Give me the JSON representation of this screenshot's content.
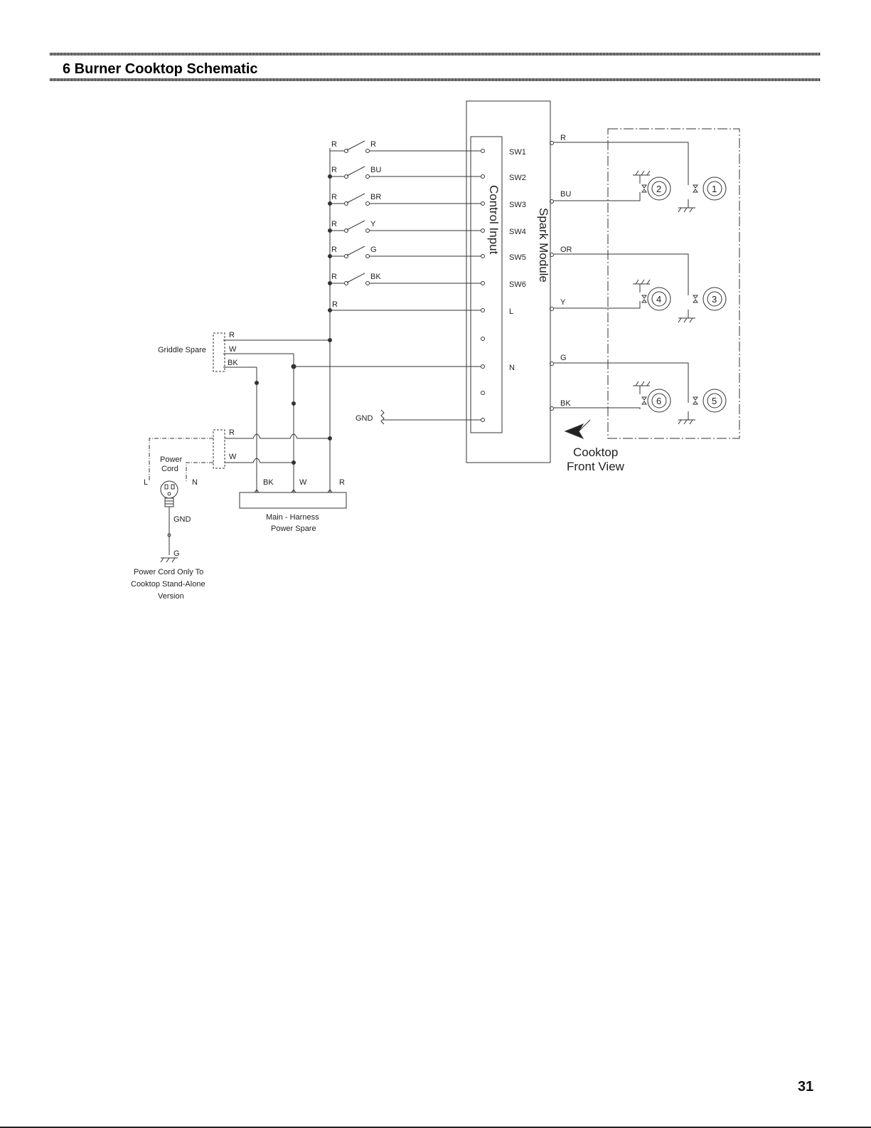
{
  "header": {
    "title": "6 Burner Cooktop Schematic"
  },
  "page_number": "31",
  "diagram": {
    "spark_module_label": "Spark Module",
    "control_input_label": "Control Input",
    "switch_rows": [
      {
        "left": "R",
        "right": "R",
        "pin": "SW1"
      },
      {
        "left": "R",
        "right": "BU",
        "pin": "SW2"
      },
      {
        "left": "R",
        "right": "BR",
        "pin": "SW3"
      },
      {
        "left": "R",
        "right": "Y",
        "pin": "SW4"
      },
      {
        "left": "R",
        "right": "G",
        "pin": "SW5"
      },
      {
        "left": "R",
        "right": "BK",
        "pin": "SW6"
      }
    ],
    "line_label": "R",
    "pin_l": "L",
    "pin_n": "N",
    "gnd_label": "GND",
    "griddle": {
      "label": "Griddle Spare",
      "wires": [
        "R",
        "W",
        "BK"
      ]
    },
    "power_plug": {
      "wires": [
        "R",
        "W"
      ]
    },
    "power_cord": {
      "label_line1": "Power",
      "label_line2": "Cord",
      "l": "L",
      "n": "N",
      "gnd": "GND",
      "g": "G"
    },
    "power_cord_note": [
      "Power Cord Only To",
      "Cooktop Stand-Alone",
      "Version"
    ],
    "harness": {
      "wires": [
        "BK",
        "W",
        "R"
      ],
      "label_line1": "Main - Harness",
      "label_line2": "Power Spare"
    },
    "outputs": [
      "R",
      "BU",
      "OR",
      "Y",
      "G",
      "BK"
    ],
    "burners": [
      "1",
      "2",
      "3",
      "4",
      "5",
      "6"
    ],
    "cooktop_label": [
      "Cooktop",
      "Front View"
    ]
  }
}
